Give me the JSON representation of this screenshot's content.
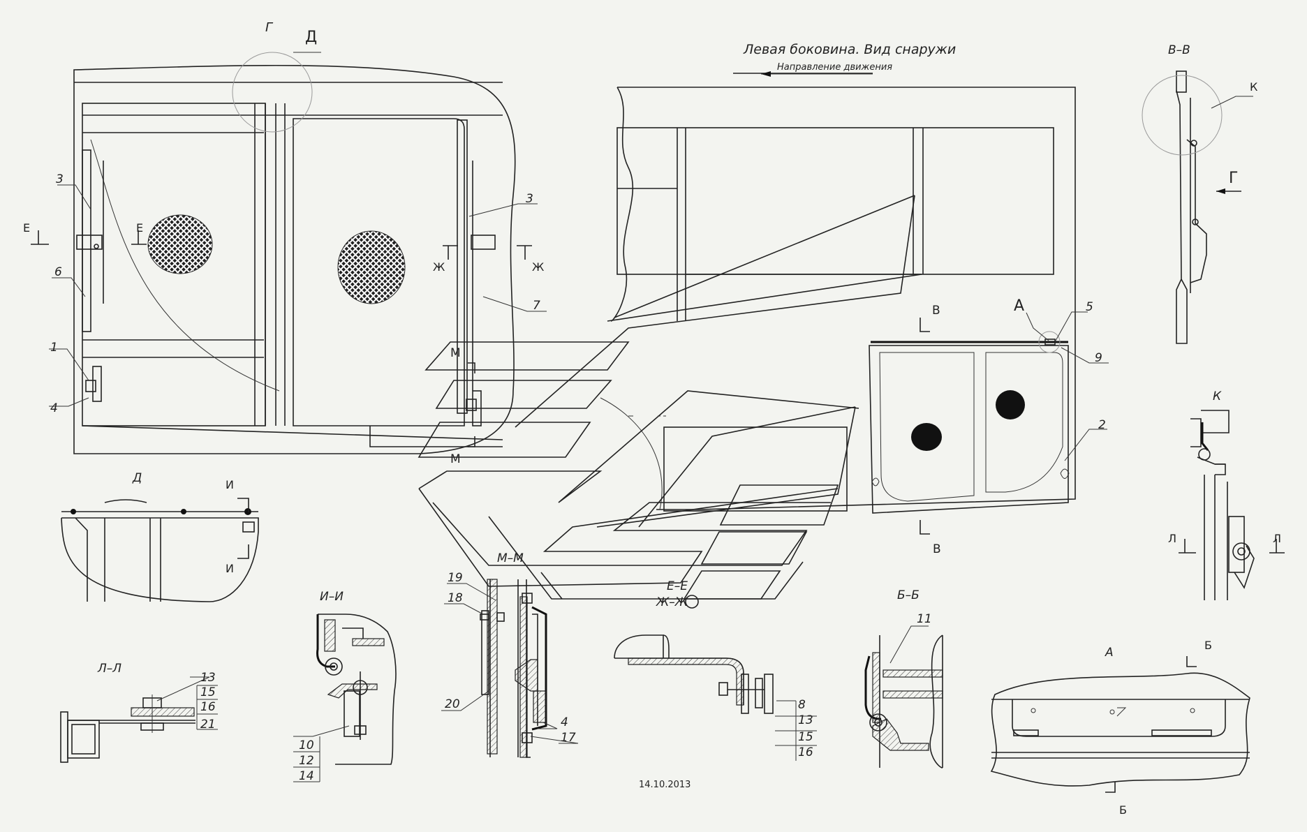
{
  "title": "Левая боковина. Вид снаружи",
  "subtitle": "Направление движения",
  "date": "14.10.2013",
  "views": {
    "d": "Д",
    "g": "Г",
    "ii": "И–И",
    "ll": "Л–Л",
    "mm": "М–М",
    "ee": "Е–Е",
    "zhzh": "Ж–Ж",
    "bb": "Б–Б",
    "vv": "В–В",
    "k": "К",
    "a": "А"
  },
  "letters": {
    "e": "Е",
    "zh": "Ж",
    "m": "М",
    "v": "В",
    "g": "Г",
    "i": "И",
    "l": "Л",
    "b": "Б",
    "k": "К",
    "a": "А",
    "d": "Д"
  },
  "callouts": {
    "c1": "1",
    "c2": "2",
    "c3": "3",
    "c4": "4",
    "c5": "5",
    "c6": "6",
    "c7": "7",
    "c8": "8",
    "c9": "9",
    "c10": "10",
    "c11": "11",
    "c12": "12",
    "c13": "13",
    "c14": "14",
    "c15": "15",
    "c16": "16",
    "c17": "17",
    "c18": "18",
    "c19": "19",
    "c20": "20",
    "c21": "21"
  }
}
